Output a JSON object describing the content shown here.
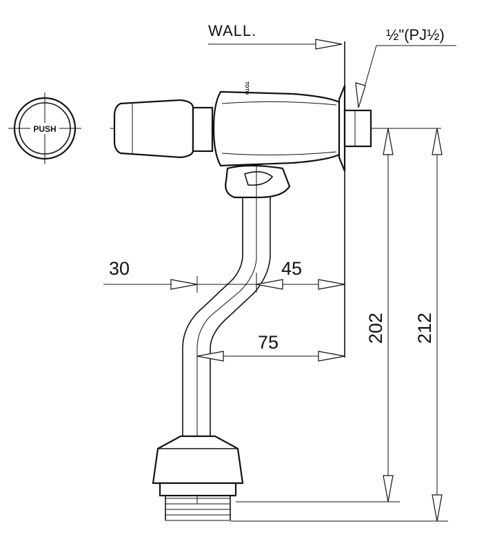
{
  "labels": {
    "wall": "WALL.",
    "thread_size": "½\"(PJ½)",
    "push": "PUSH",
    "brand_mark": "TOTO"
  },
  "dimensions": {
    "d30": "30",
    "d45": "45",
    "d75": "75",
    "d202": "202",
    "d212": "212"
  },
  "colors": {
    "line": "#111111",
    "background": "#ffffff"
  }
}
